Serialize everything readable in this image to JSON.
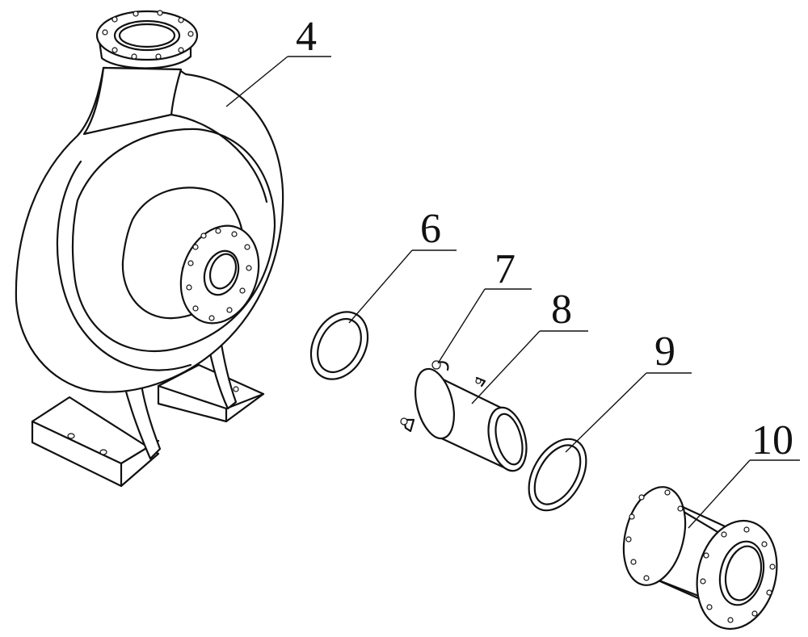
{
  "labels": {
    "pump_casing": "4",
    "gasket_a": "6",
    "clamp_ring": "7",
    "sleeve": "8",
    "gasket_b": "9",
    "pipe": "10"
  }
}
